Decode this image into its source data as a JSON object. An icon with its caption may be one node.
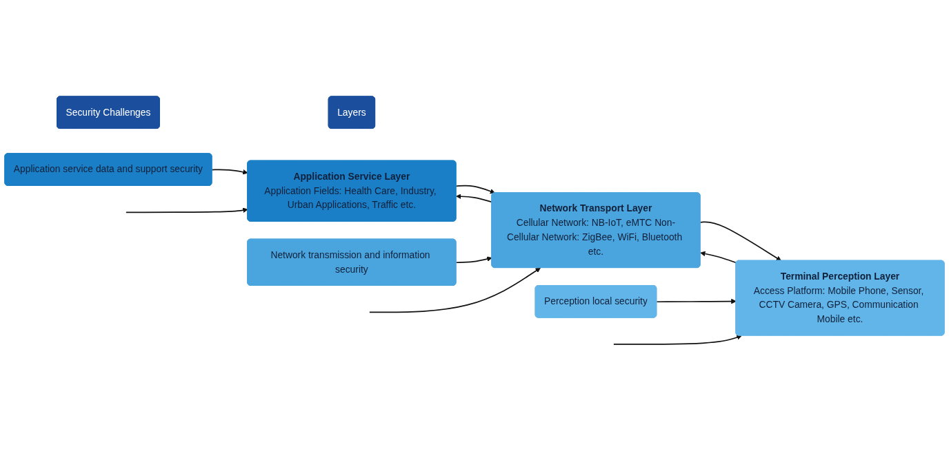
{
  "diagram": {
    "nodes": [
      {
        "text": [
          "Security Challenges"
        ]
      },
      {
        "text": [
          "Layers"
        ]
      },
      {
        "text": [
          "Application service data and support security"
        ]
      },
      {
        "text": [
          "Application Service Layer",
          "Application Fields: Health Care, Industry, Urban Applications, Traffic etc."
        ]
      },
      {
        "text": [
          "Network transmission and information security"
        ]
      },
      {
        "text": [
          "Network Transport Layer",
          "Cellular Network: NB-IoT, eMTC Non-Cellular Network: ZigBee, WiFi, Bluetooth etc."
        ]
      },
      {
        "text": [
          "Perception local security"
        ]
      },
      {
        "text": [
          "Terminal Perception Layer",
          "Access Platform: Mobile Phone, Sensor, CCTV Camera, GPS, Communication Mobile etc."
        ]
      }
    ],
    "edges": [
      {
        "from": 2,
        "to": 3,
        "arrow": "to"
      },
      {
        "from": null,
        "to": 3,
        "arrow": "to"
      },
      {
        "from": 3,
        "to": 5,
        "arrow": "to"
      },
      {
        "from": 5,
        "to": 3,
        "arrow": "to"
      },
      {
        "from": 4,
        "to": 5,
        "arrow": "to"
      },
      {
        "from": null,
        "to": 5,
        "arrow": "to"
      },
      {
        "from": 5,
        "to": 7,
        "arrow": "to"
      },
      {
        "from": 7,
        "to": 5,
        "arrow": "to"
      },
      {
        "from": 6,
        "to": 7,
        "arrow": "to"
      },
      {
        "from": null,
        "to": 7,
        "arrow": "to"
      }
    ]
  }
}
